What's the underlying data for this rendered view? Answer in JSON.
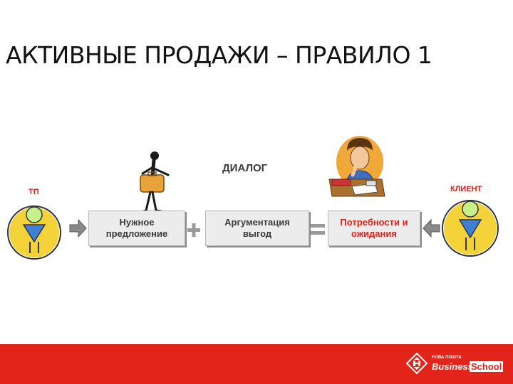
{
  "slide": {
    "title": "АКТИВНЫЕ ПРОДАЖИ – ПРАВИЛО 1"
  },
  "diagram": {
    "dialog_label": "ДИАЛОГ",
    "tp_label": "ТП",
    "client_label": "КЛИЕНТ",
    "box_need": [
      "Нужное",
      "предложение"
    ],
    "box_argument": [
      "Аргументация",
      "выгод"
    ],
    "box_requirements": [
      "Потребности и",
      "ожидания"
    ],
    "colors": {
      "accent_red": "#e0201a",
      "figure_circle": "#c6f08a",
      "figure_triangle": "#3f7fd6",
      "arrow_gray": "#8a8a8a",
      "box_fill": "#ececec"
    }
  },
  "footer": {
    "brand_small": "НОВА ПОШТА",
    "brand_business": "Business",
    "brand_school": "School"
  }
}
